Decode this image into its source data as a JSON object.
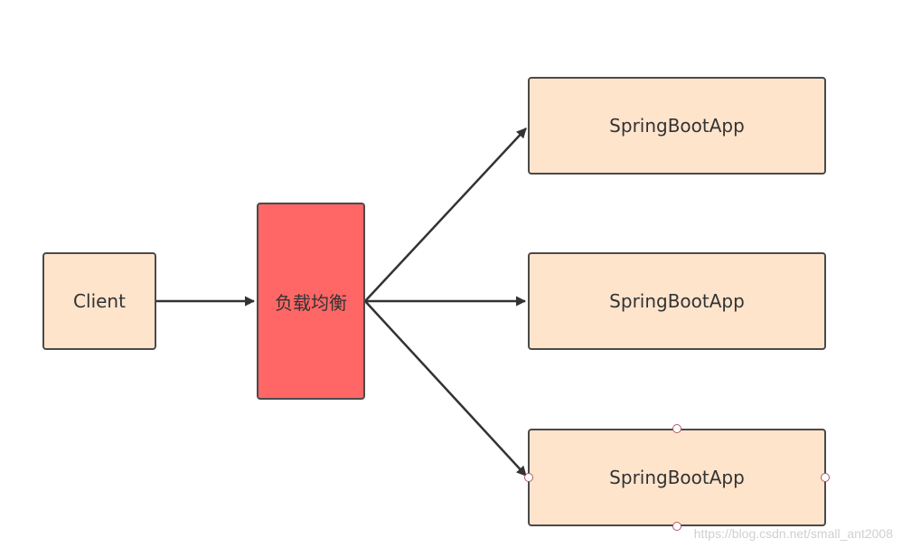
{
  "diagram": {
    "client": {
      "label": "Client"
    },
    "load_balancer": {
      "label": "负载均衡"
    },
    "apps": [
      {
        "label": "SpringBootApp"
      },
      {
        "label": "SpringBootApp"
      },
      {
        "label": "SpringBootApp"
      }
    ],
    "colors": {
      "app_fill": "#ffe4cc",
      "lb_fill": "#ff6666",
      "border": "#4a4a4a",
      "arrow": "#333333"
    }
  },
  "watermark": "https://blog.csdn.net/small_ant2008"
}
